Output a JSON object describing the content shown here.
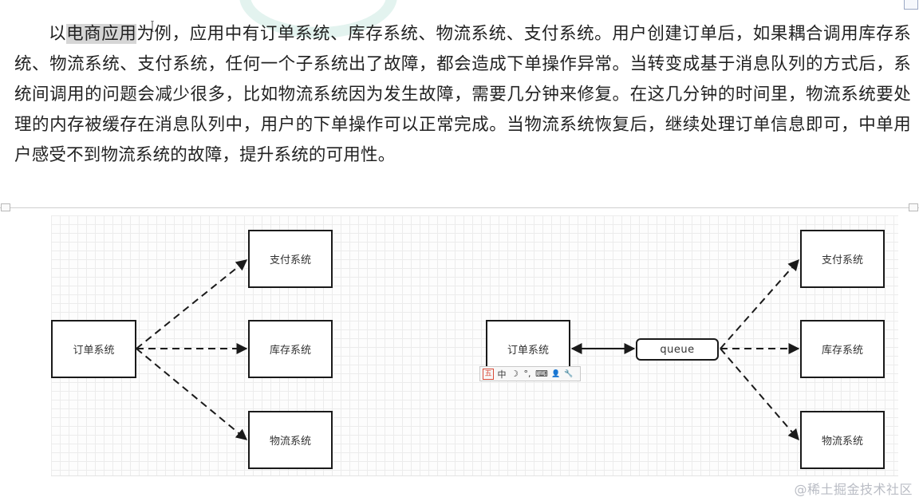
{
  "paragraph": {
    "highlight": "电商应用",
    "before": "以",
    "after": "为例，应用中有订单系统、库存系统、物流系统、支付系统。用户创建订单后，如果耦合调用库存系统、物流系统、支付系统，任何一个子系统出了故障，都会造成下单操作异常。当转变成基于消息队列的方式后，系统间调用的问题会减少很多，比如物流系统因为发生故障，需要几分钟来修复。在这几分钟的时间里，物流系统要处理的内存被缓存在消息队列中，用户的下单操作可以正常完成。当物流系统恢复后，继续处理订单信息即可，中单用户感受不到物流系统的故障，提升系统的可用性。"
  },
  "diagram": {
    "left": {
      "order": "订单系统",
      "pay": "支付系统",
      "stock": "库存系统",
      "logistics": "物流系统"
    },
    "right": {
      "order": "订单系统",
      "queue": "queue",
      "pay": "支付系统",
      "stock": "库存系统",
      "logistics": "物流系统"
    }
  },
  "ime_toolbar": {
    "logo": "五",
    "mode": "中",
    "moon": "☽",
    "dots": "°,",
    "keyboard": "⌨",
    "user": "👤",
    "wrench": "🔧"
  },
  "watermark": "@稀土掘金技术社区"
}
